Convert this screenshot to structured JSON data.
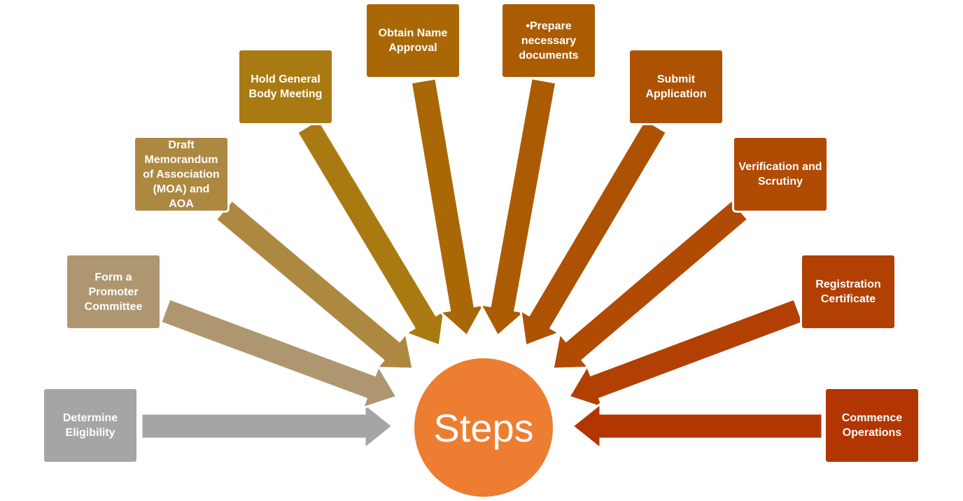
{
  "center": {
    "label": "Steps",
    "color": "#ED7D31"
  },
  "steps": [
    {
      "label": "Determine\nEligibility",
      "color": "#A5A5A5"
    },
    {
      "label": "Form a\nPromoter\nCommittee",
      "color": "#AE9770"
    },
    {
      "label": "Draft\nMemorandum\nof Association\n(MOA) and AOA",
      "color": "#AD8840"
    },
    {
      "label": "Hold General\nBody Meeting",
      "color": "#AA7A12"
    },
    {
      "label": "Obtain Name\nApproval",
      "color": "#A96805"
    },
    {
      "label": "•Prepare\nnecessary\ndocuments",
      "color": "#AB5C03"
    },
    {
      "label": "Submit\nApplication",
      "color": "#AD5203"
    },
    {
      "label": "Verification and\nScrutiny",
      "color": "#B14A03"
    },
    {
      "label": "Registration\nCertificate",
      "color": "#B24002"
    },
    {
      "label": "Commence\nOperations",
      "color": "#B33502"
    }
  ]
}
